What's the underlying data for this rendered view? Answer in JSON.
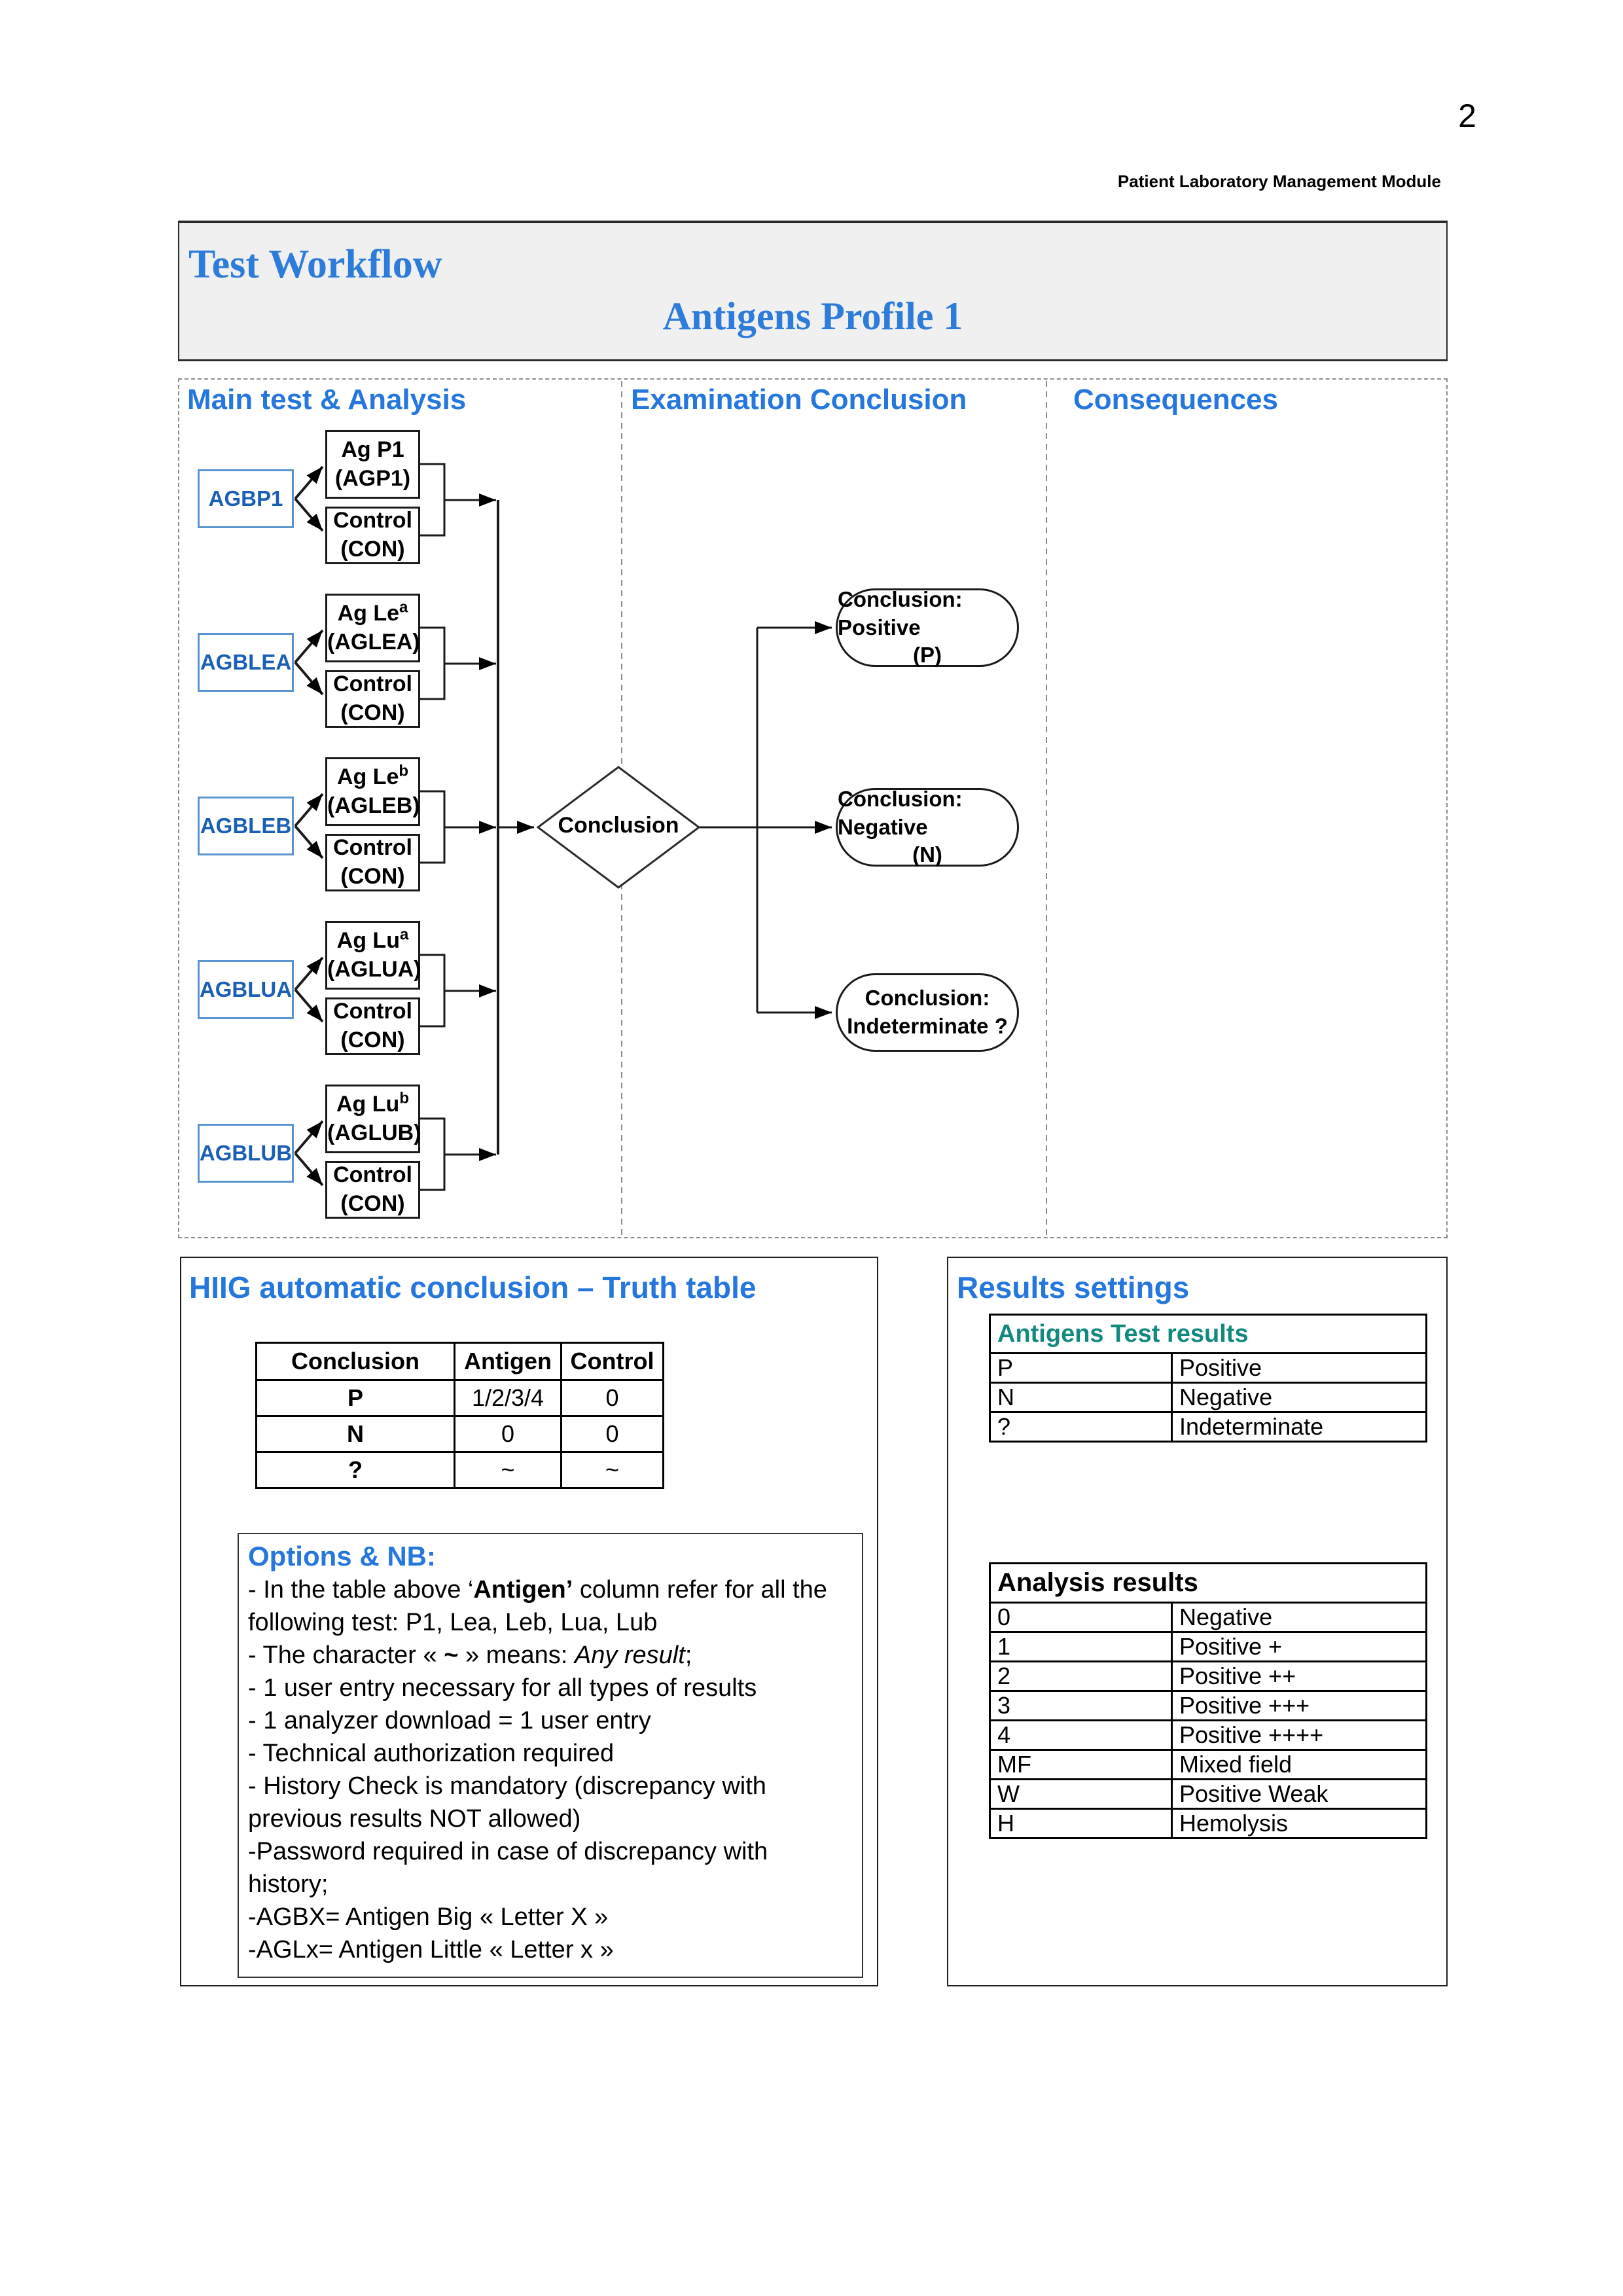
{
  "page": {
    "number": "2",
    "module_header": "Patient Laboratory Management Module"
  },
  "title_box": {
    "title": "Test Workflow",
    "subtitle": "Antigens Profile 1"
  },
  "flow": {
    "col1": "Main test & Analysis",
    "col2": "Examination Conclusion",
    "col3": "Consequences",
    "groups": [
      {
        "label": "AGBP1",
        "ag1": "Ag P1",
        "sup": "",
        "ag2": "(AGP1)",
        "c1": "Control",
        "c2": "(CON)"
      },
      {
        "label": "AGBLEA",
        "ag1": "Ag Le",
        "sup": "a",
        "ag2": "(AGLEA)",
        "c1": "Control",
        "c2": "(CON)"
      },
      {
        "label": "AGBLEB",
        "ag1": "Ag Le",
        "sup": "b",
        "ag2": "(AGLEB)",
        "c1": "Control",
        "c2": "(CON)"
      },
      {
        "label": "AGBLUA",
        "ag1": "Ag Lu",
        "sup": "a",
        "ag2": "(AGLUA)",
        "c1": "Control",
        "c2": "(CON)"
      },
      {
        "label": "AGBLUB",
        "ag1": "Ag Lu",
        "sup": "b",
        "ag2": "(AGLUB)",
        "c1": "Control",
        "c2": "(CON)"
      }
    ],
    "decision": "Conclusion",
    "outcomes": [
      {
        "l1": "Conclusion: Positive",
        "l2": "(P)"
      },
      {
        "l1": "Conclusion: Negative",
        "l2": "(N)"
      },
      {
        "l1": "Conclusion:",
        "l2": "Indeterminate ?"
      }
    ]
  },
  "truth": {
    "title": "HIIG automatic conclusion – Truth table",
    "headers": [
      "Conclusion",
      "Antigen",
      "Control"
    ],
    "rows": [
      [
        "P",
        "1/2/3/4",
        "0"
      ],
      [
        "N",
        "0",
        "0"
      ],
      [
        "?",
        "~",
        "~"
      ]
    ]
  },
  "options": {
    "t": "Options & NB:",
    "l1a": "- In the table above ‘",
    "l1b": "Antigen’",
    "l1c": " column refer for all the following test: P1, Lea, Leb, Lua, Lub",
    "l2a": "- The character « ",
    "l2b": "~",
    "l2c": " » means: ",
    "l2d": "Any result",
    "l2e": ";",
    "l3": "- 1 user entry necessary for all types of results",
    "l4": "- 1 analyzer download = 1 user entry",
    "l5": "- Technical authorization required",
    "l6": "- History Check is mandatory (discrepancy with previous results NOT allowed)",
    "l7": "-Password required in case of discrepancy with history;",
    "l8": "-AGBX= Antigen Big « Letter X »",
    "l9": "-AGLx= Antigen Little « Letter x »"
  },
  "results": {
    "title": "Results settings",
    "antigens": {
      "header": "Antigens Test results",
      "rows": [
        [
          "P",
          "Positive"
        ],
        [
          "N",
          "Negative"
        ],
        [
          "?",
          "Indeterminate"
        ]
      ]
    },
    "analysis": {
      "header": "Analysis results",
      "rows": [
        [
          "0",
          "Negative"
        ],
        [
          "1",
          "Positive +"
        ],
        [
          "2",
          "Positive ++"
        ],
        [
          "3",
          "Positive +++"
        ],
        [
          "4",
          "Positive ++++"
        ],
        [
          "MF",
          "Mixed field"
        ],
        [
          "W",
          "Positive Weak"
        ],
        [
          "H",
          "Hemolysis"
        ]
      ]
    }
  },
  "colors": {
    "accent_blue": "#2577dd",
    "label_blue": "#1b5fb5",
    "teal": "#12897f"
  }
}
